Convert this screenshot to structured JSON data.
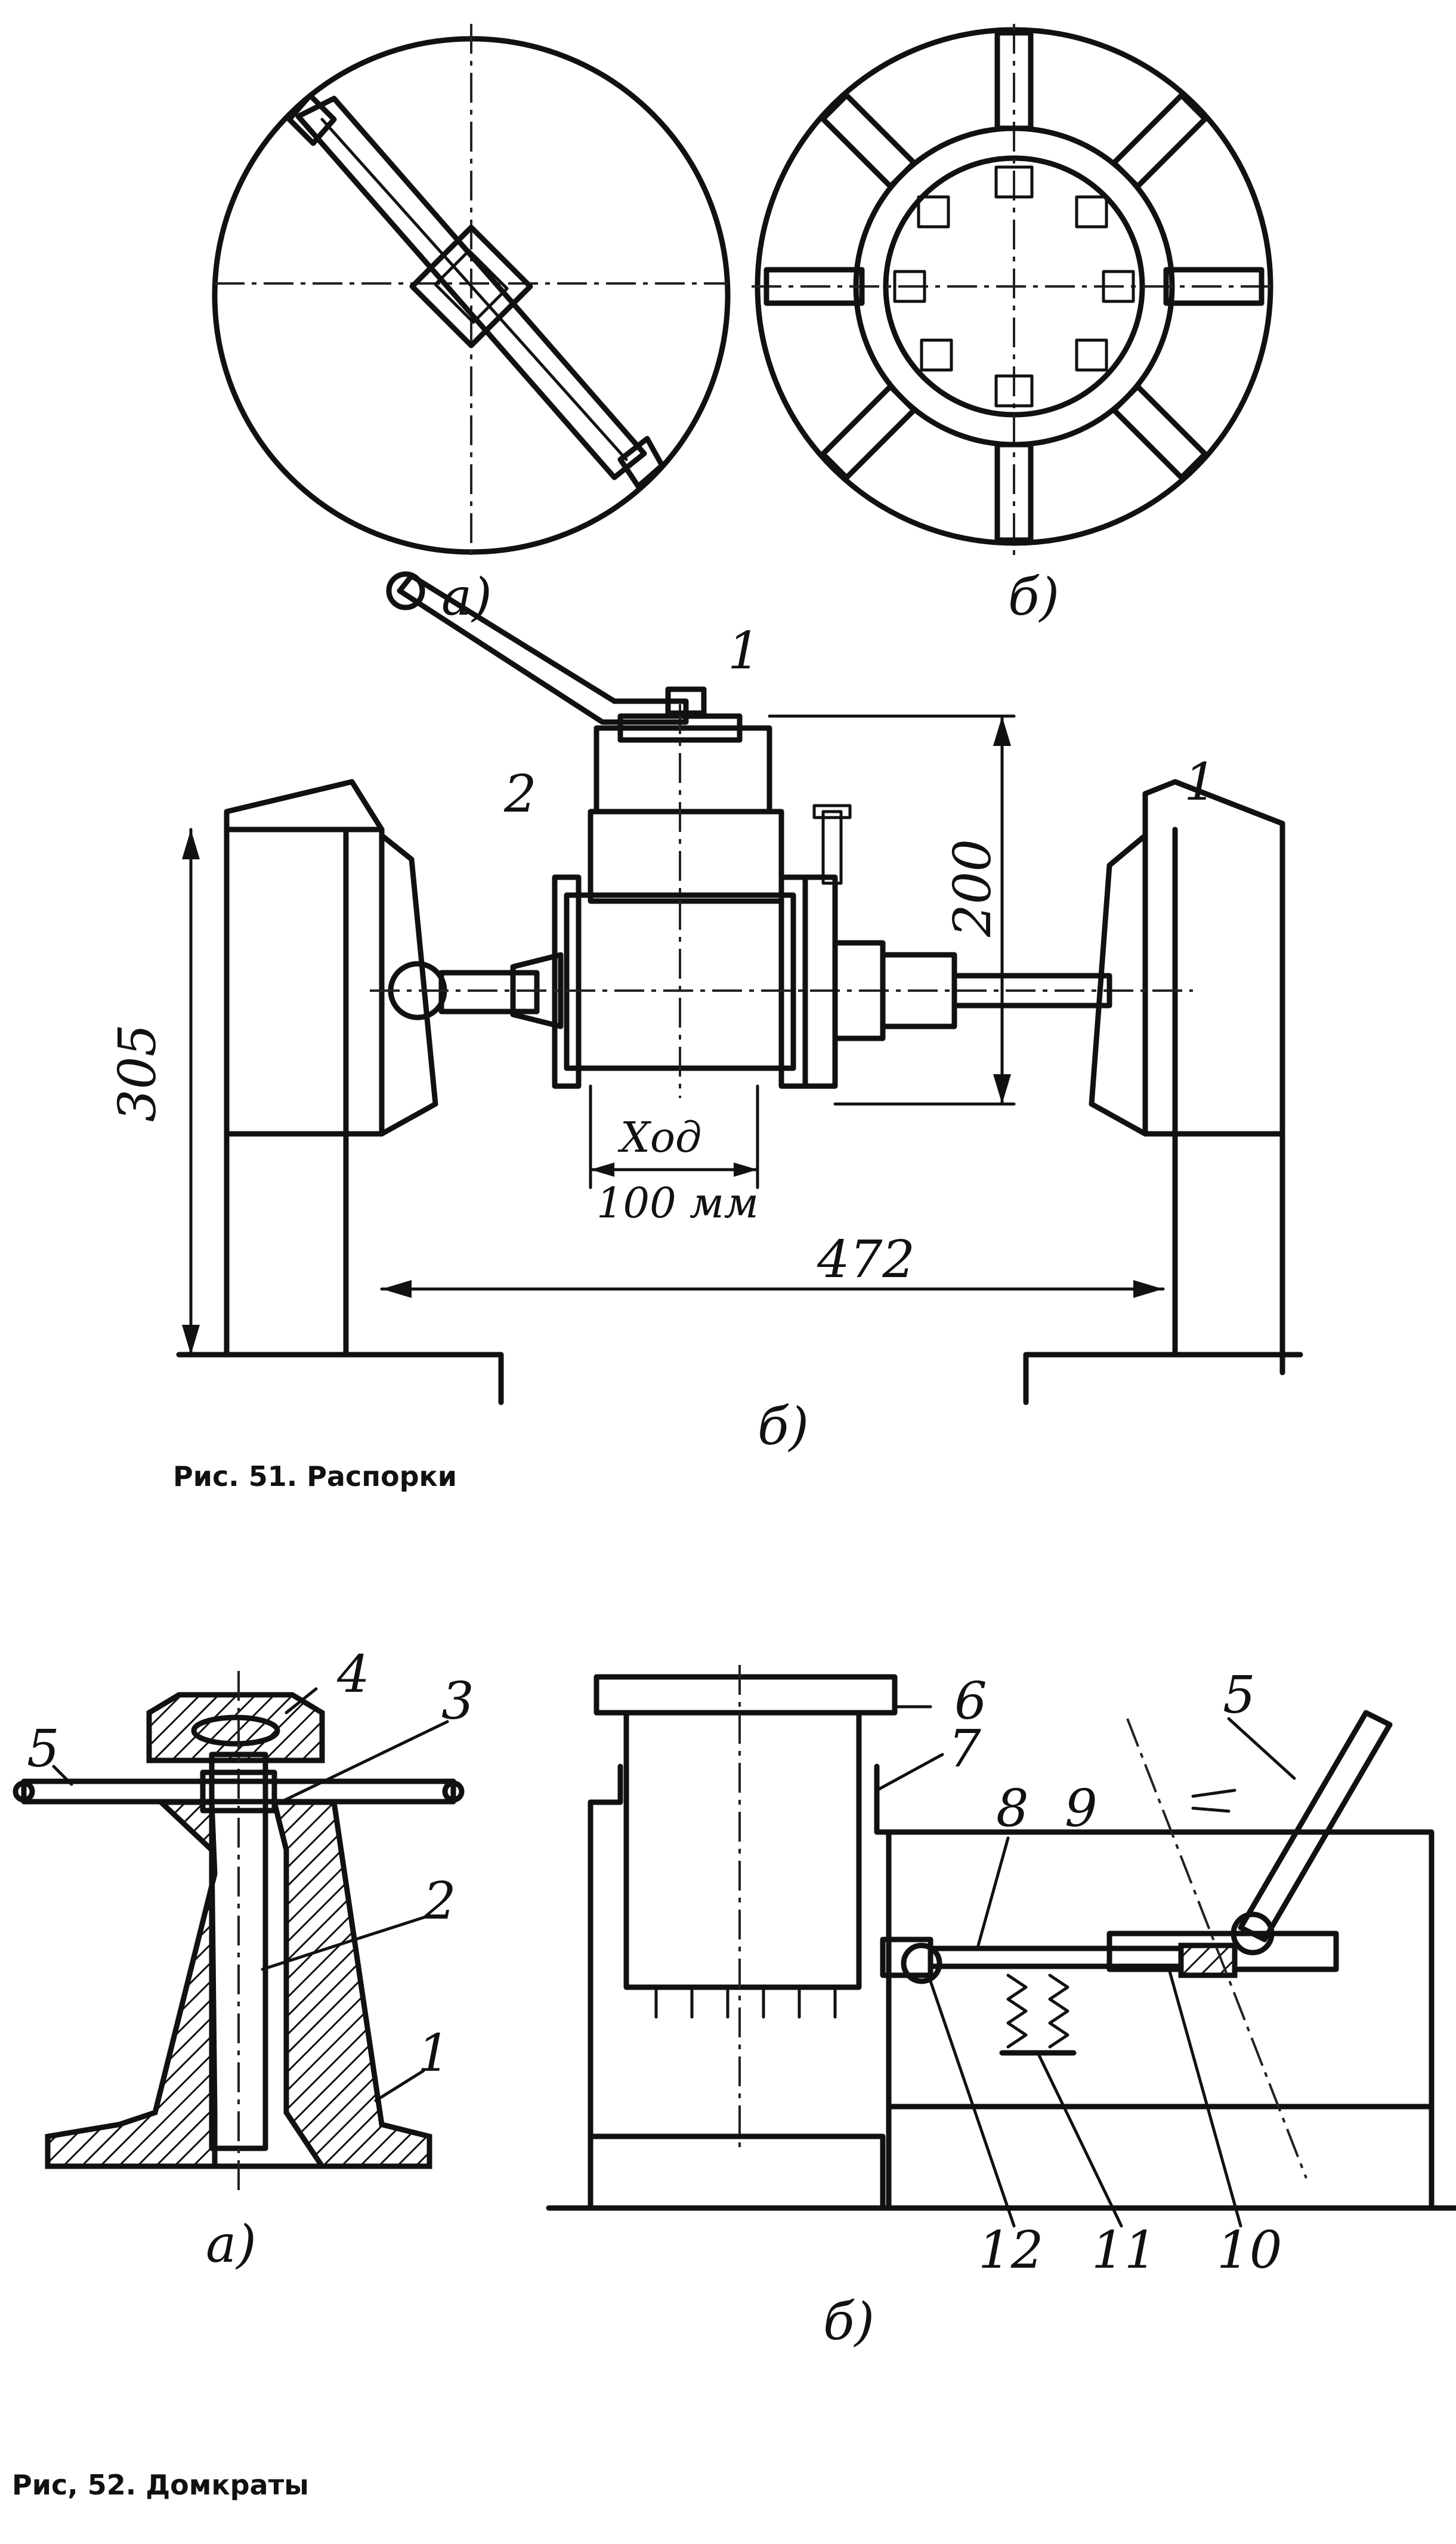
{
  "figure51": {
    "caption": "Рис. 51. Распорки",
    "sublabel_a": "а)",
    "sublabel_b": "б)",
    "sublabel_c": "б)",
    "part_labels": {
      "p1": "1",
      "p2": "2",
      "p3": "1"
    },
    "dimensions": {
      "height_left": "305",
      "height_right": "200",
      "span": "472",
      "stroke_label": "Ход",
      "stroke_value": "100 мм"
    }
  },
  "figure52": {
    "caption": "Рис, 52. Домкраты",
    "sublabel_a": "а)",
    "sublabel_b": "б)",
    "screw_jack_labels": {
      "p1": "1",
      "p2": "2",
      "p3": "3",
      "p4": "4",
      "p5": "5"
    },
    "hydraulic_jack_labels": {
      "p5": "5",
      "p6": "6",
      "p7": "7",
      "p8": "8",
      "p9": "9",
      "p10": "10",
      "p11": "11",
      "p12": "12"
    }
  }
}
